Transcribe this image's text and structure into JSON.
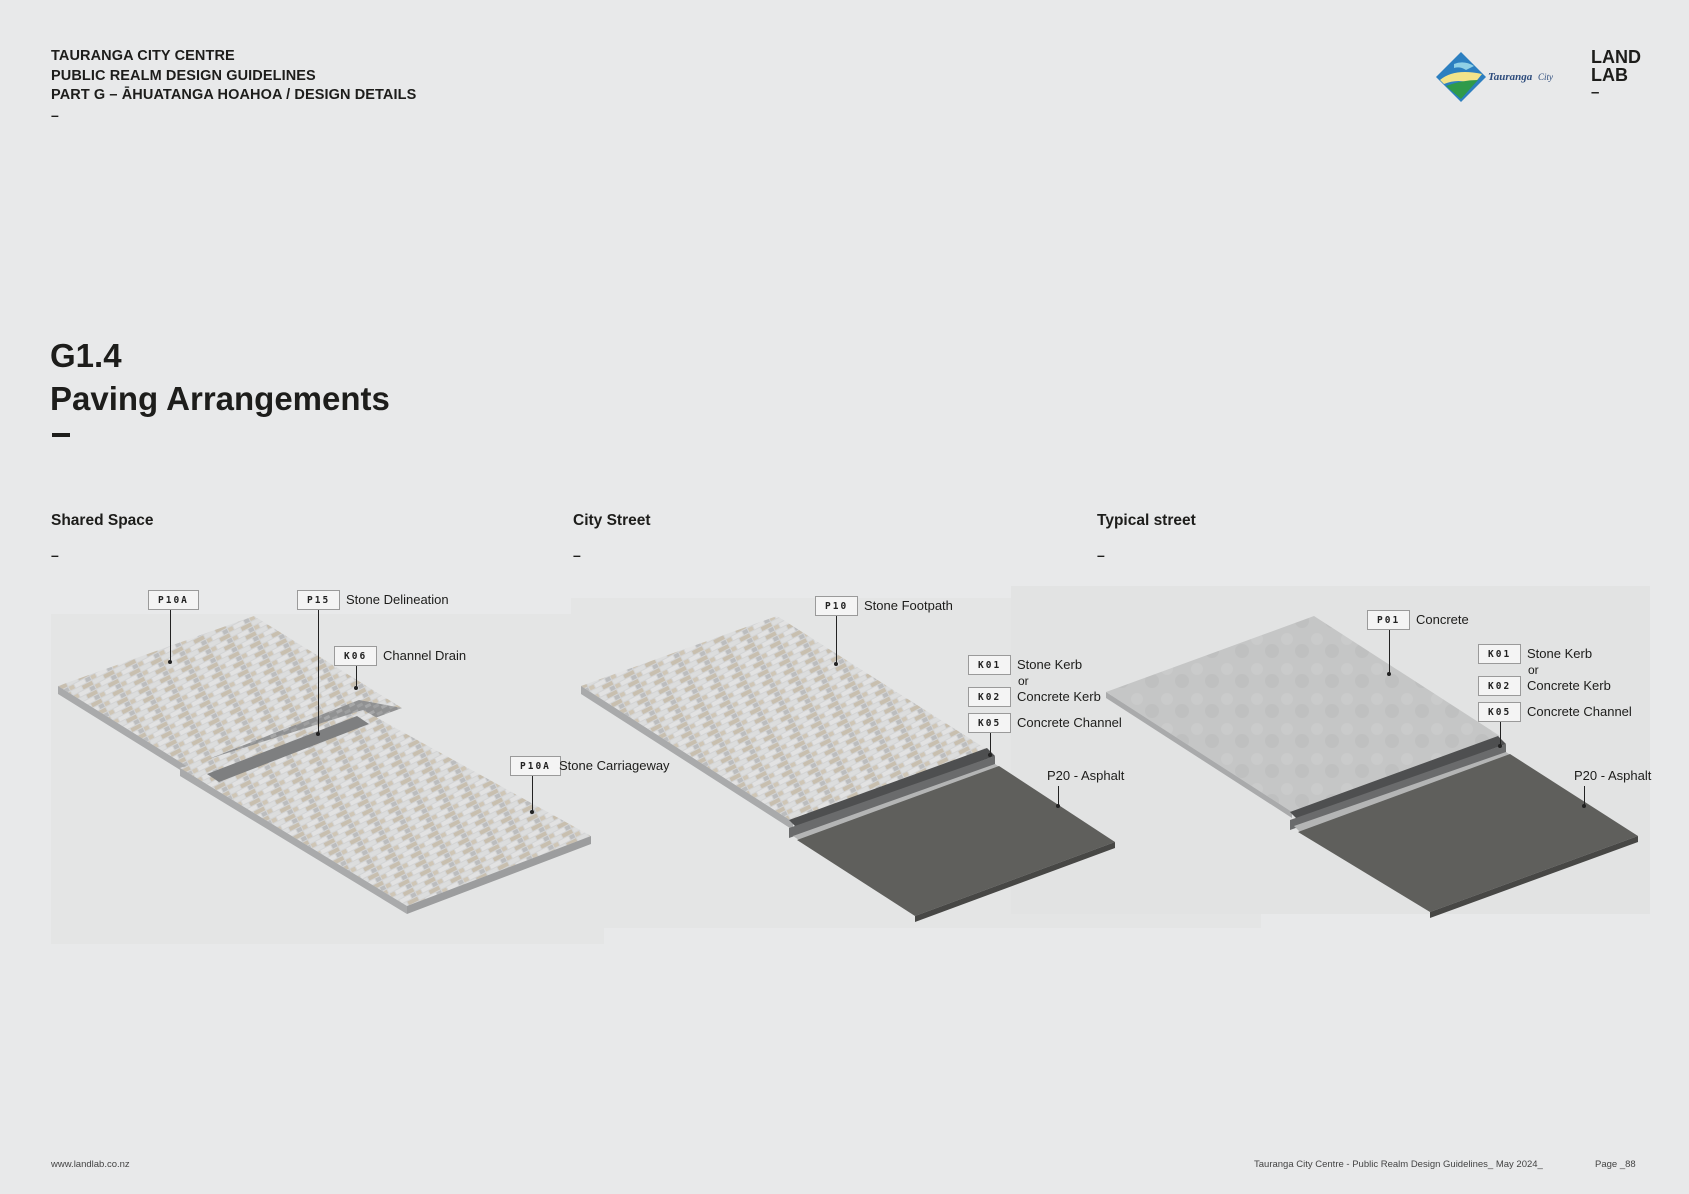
{
  "header": {
    "line1": "TAURANGA CITY CENTRE",
    "line2": "PUBLIC REALM DESIGN GUIDELINES",
    "line3": "PART G – ĀHUATANGA HOAHOA / DESIGN DETAILS",
    "dash": "–"
  },
  "logo": {
    "text": "Tauranga",
    "suffix": "City"
  },
  "brand": {
    "line1": "LAND",
    "line2": "LAB",
    "dash": "–"
  },
  "section": {
    "number": "G1.4",
    "title": "Paving Arrangements"
  },
  "columns": [
    {
      "heading": "Shared Space",
      "dash": "–",
      "callouts": [
        {
          "code": "P10A",
          "label": ""
        },
        {
          "code": "P15",
          "label": "Stone Delineation"
        },
        {
          "code": "K06",
          "label": "Channel Drain"
        },
        {
          "code": "P10A",
          "label": "Stone Carriageway"
        }
      ]
    },
    {
      "heading": "City Street",
      "dash": "–",
      "callouts": [
        {
          "code": "P10",
          "label": "Stone Footpath"
        },
        {
          "code": "K01",
          "label": "Stone Kerb"
        },
        {
          "code": "K02",
          "label": "Concrete Kerb"
        },
        {
          "code": "K05",
          "label": "Concrete Channel"
        },
        {
          "code": "",
          "label": "P20 - Asphalt"
        }
      ],
      "or_text": "or"
    },
    {
      "heading": "Typical street",
      "dash": "–",
      "callouts": [
        {
          "code": "P01",
          "label": "Concrete"
        },
        {
          "code": "K01",
          "label": "Stone Kerb"
        },
        {
          "code": "K02",
          "label": "Concrete Kerb"
        },
        {
          "code": "K05",
          "label": "Concrete Channel"
        },
        {
          "code": "",
          "label": "P20 - Asphalt"
        }
      ],
      "or_text": "or"
    }
  ],
  "footer": {
    "website": "www.landlab.co.nz",
    "doc": "Tauranga City Centre - Public Realm Design Guidelines_ May 2024_",
    "page": "Page _88"
  },
  "colors": {
    "background": "#e8e9ea",
    "text": "#1d1d1b",
    "paver_light": "#d6d7d8",
    "paver_beige": "#c9bfae",
    "asphalt": "#5f5f5c",
    "concrete": "#c3c4c4",
    "kerb": "#4e4f50"
  }
}
